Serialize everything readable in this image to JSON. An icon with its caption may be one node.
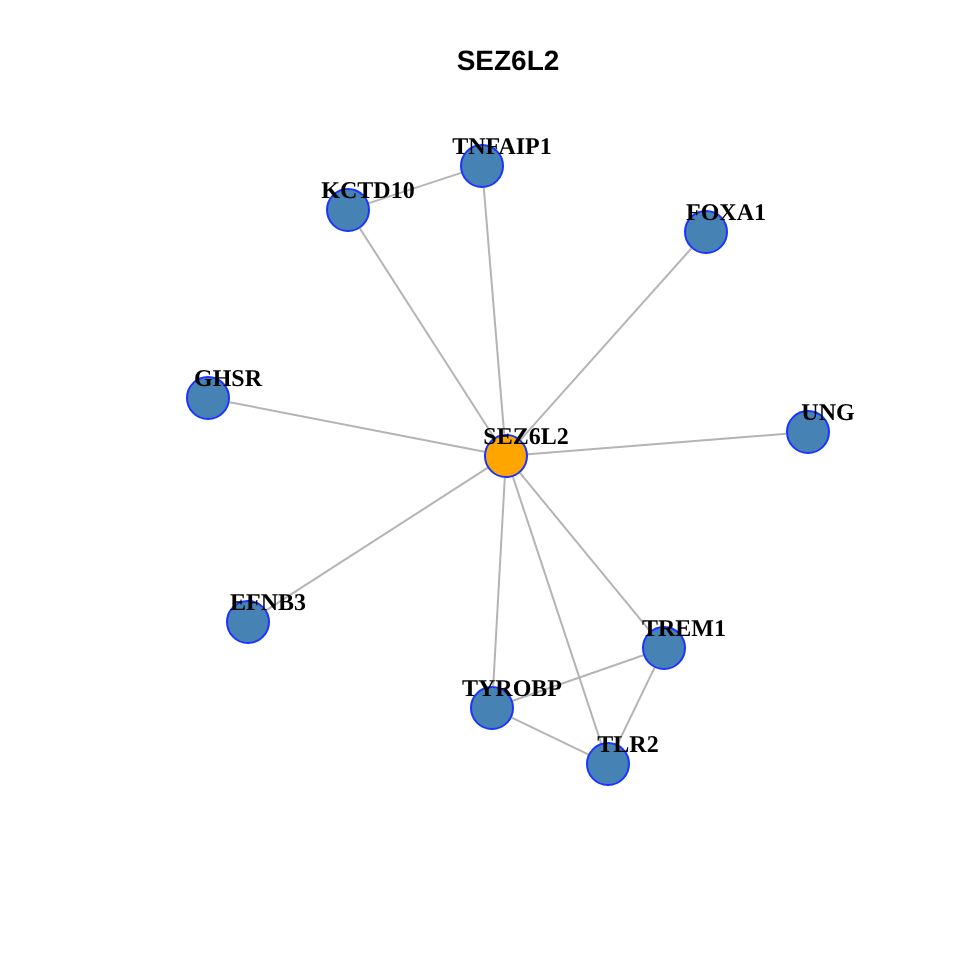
{
  "diagram": {
    "title": "SEZ6L2",
    "nodes": [
      {
        "text": [
          "TNFAIP1"
        ]
      },
      {
        "text": [
          "KCTD10"
        ]
      },
      {
        "text": [
          "FOXA1"
        ]
      },
      {
        "text": [
          "GHSR"
        ]
      },
      {
        "text": [
          "UNG"
        ]
      },
      {
        "text": [
          "SEZ6L2"
        ]
      },
      {
        "text": [
          "EFNB3"
        ]
      },
      {
        "text": [
          "TREM1"
        ]
      },
      {
        "text": [
          "TYROBP"
        ]
      },
      {
        "text": [
          "TLR2"
        ]
      }
    ],
    "edges": [
      {
        "from": 1,
        "to": 0,
        "arrow": "none"
      },
      {
        "from": 5,
        "to": 0,
        "arrow": "none"
      },
      {
        "from": 5,
        "to": 1,
        "arrow": "none"
      },
      {
        "from": 5,
        "to": 2,
        "arrow": "none"
      },
      {
        "from": 5,
        "to": 3,
        "arrow": "none"
      },
      {
        "from": 5,
        "to": 4,
        "arrow": "none"
      },
      {
        "from": 5,
        "to": 6,
        "arrow": "none"
      },
      {
        "from": 5,
        "to": 7,
        "arrow": "none"
      },
      {
        "from": 5,
        "to": 8,
        "arrow": "none"
      },
      {
        "from": 5,
        "to": 9,
        "arrow": "none"
      },
      {
        "from": 7,
        "to": 8,
        "arrow": "none"
      },
      {
        "from": 7,
        "to": 9,
        "arrow": "none"
      },
      {
        "from": 8,
        "to": 9,
        "arrow": "none"
      }
    ]
  }
}
